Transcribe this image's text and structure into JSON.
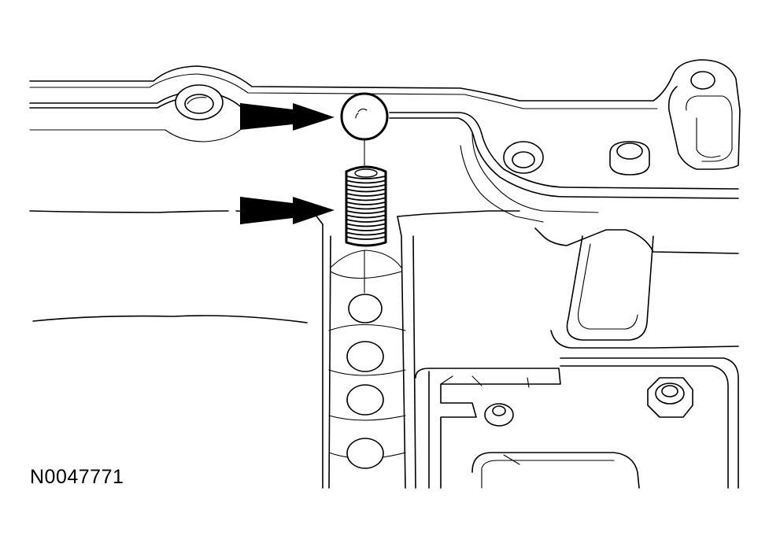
{
  "figure": {
    "id_label": "N0047771",
    "callouts": [
      {
        "points_to": "check-ball",
        "icon": "double-arrow-right"
      },
      {
        "points_to": "spring",
        "icon": "double-arrow-right"
      }
    ],
    "colors": {
      "ink": "#000000",
      "paper": "#ffffff"
    }
  }
}
